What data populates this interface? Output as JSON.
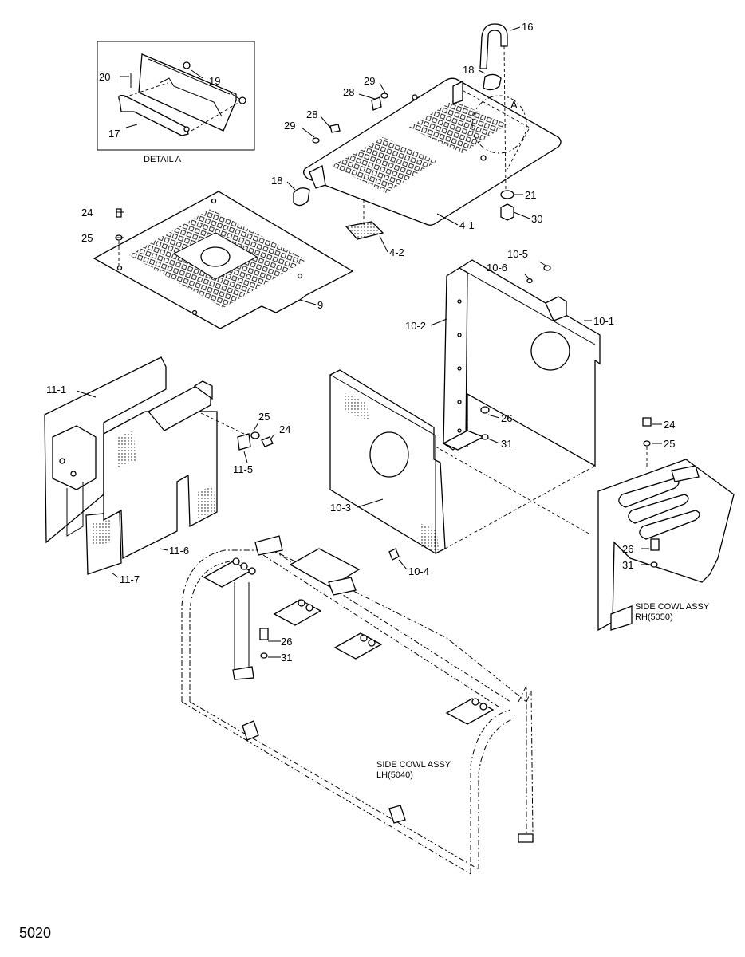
{
  "page_number": "5020",
  "detail": {
    "caption": "DETAIL  A",
    "marker": "A"
  },
  "callouts": [
    {
      "id": "c-16",
      "text": "16"
    },
    {
      "id": "c-18a",
      "text": "18"
    },
    {
      "id": "c-29a",
      "text": "29"
    },
    {
      "id": "c-28a",
      "text": "28"
    },
    {
      "id": "c-28b",
      "text": "28"
    },
    {
      "id": "c-29b",
      "text": "29"
    },
    {
      "id": "c-18b",
      "text": "18"
    },
    {
      "id": "c-21",
      "text": "21"
    },
    {
      "id": "c-30",
      "text": "30"
    },
    {
      "id": "c-4-1",
      "text": "4-1"
    },
    {
      "id": "c-4-2",
      "text": "4-2"
    },
    {
      "id": "c-20",
      "text": "20"
    },
    {
      "id": "c-19",
      "text": "19"
    },
    {
      "id": "c-17",
      "text": "17"
    },
    {
      "id": "c-24a",
      "text": "24"
    },
    {
      "id": "c-25a",
      "text": "25"
    },
    {
      "id": "c-9",
      "text": "9"
    },
    {
      "id": "c-10-5",
      "text": "10-5"
    },
    {
      "id": "c-10-6",
      "text": "10-6"
    },
    {
      "id": "c-10-1",
      "text": "10-1"
    },
    {
      "id": "c-10-2",
      "text": "10-2"
    },
    {
      "id": "c-26a",
      "text": "26"
    },
    {
      "id": "c-31a",
      "text": "31"
    },
    {
      "id": "c-10-3",
      "text": "10-3"
    },
    {
      "id": "c-10-4",
      "text": "10-4"
    },
    {
      "id": "c-11-1",
      "text": "11-1"
    },
    {
      "id": "c-25b",
      "text": "25"
    },
    {
      "id": "c-24b",
      "text": "24"
    },
    {
      "id": "c-11-5",
      "text": "11-5"
    },
    {
      "id": "c-11-6",
      "text": "11-6"
    },
    {
      "id": "c-11-7",
      "text": "11-7"
    },
    {
      "id": "c-24c",
      "text": "24"
    },
    {
      "id": "c-25c",
      "text": "25"
    },
    {
      "id": "c-26b",
      "text": "26"
    },
    {
      "id": "c-31b",
      "text": "31"
    },
    {
      "id": "c-26c",
      "text": "26"
    },
    {
      "id": "c-31c",
      "text": "31"
    }
  ],
  "assemblies": {
    "rh_line1": "SIDE COWL ASSY",
    "rh_line2": "RH(5050)",
    "lh_line1": "SIDE COWL ASSY",
    "lh_line2": "LH(5040)"
  }
}
